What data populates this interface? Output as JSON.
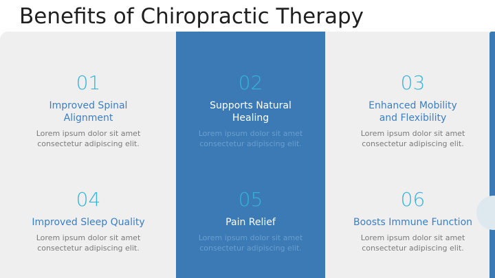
{
  "title": "Benefits of Chiropractic Therapy",
  "colors": {
    "accent_blue": "#3b7ab5",
    "number_cyan": "#35b3d8",
    "heading_blue": "#3a7ec0",
    "panel_gray": "#efefef"
  },
  "benefits": [
    {
      "number": "01",
      "heading_line1": "Improved Spinal",
      "heading_line2": "Alignment",
      "desc_line1": "Lorem ipsum dolor sit amet",
      "desc_line2": "consectetur adipiscing elit."
    },
    {
      "number": "02",
      "heading_line1": "Supports Natural",
      "heading_line2": "Healing",
      "desc_line1": "Lorem ipsum dolor sit amet",
      "desc_line2": "consectetur adipiscing elit."
    },
    {
      "number": "03",
      "heading_line1": "Enhanced Mobility",
      "heading_line2": "and Flexibility",
      "desc_line1": "Lorem ipsum dolor sit amet",
      "desc_line2": "consectetur adipiscing elit."
    },
    {
      "number": "04",
      "heading_line1": "Improved Sleep Quality",
      "heading_line2": "",
      "desc_line1": "Lorem ipsum dolor sit amet",
      "desc_line2": "consectetur adipiscing elit."
    },
    {
      "number": "05",
      "heading_line1": "Pain Relief",
      "heading_line2": "",
      "desc_line1": "Lorem ipsum dolor sit amet",
      "desc_line2": "consectetur adipiscing elit."
    },
    {
      "number": "06",
      "heading_line1": "Boosts Immune Function",
      "heading_line2": "",
      "desc_line1": "Lorem ipsum dolor sit amet",
      "desc_line2": "consectetur adipiscing elit."
    }
  ]
}
